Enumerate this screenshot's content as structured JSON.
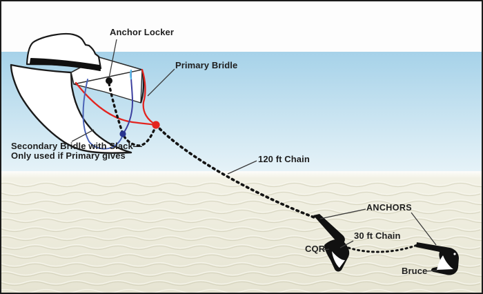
{
  "diagram": {
    "labels": {
      "anchor_locker": "Anchor Locker",
      "primary_bridle": "Primary Bridle",
      "secondary_bridle_line1": "Secondary Bridle with Slack—",
      "secondary_bridle_line2": "Only used if Primary gives",
      "chain_120": "120 ft Chain",
      "anchors": "ANCHORS",
      "chain_30": "30 ft Chain",
      "cqr": "CQR",
      "bruce": "Bruce"
    },
    "colors": {
      "primary_bridle": "#e3241f",
      "secondary_bridle_port": "#4a63b7",
      "secondary_bridle_starboard": "#3c3f9f",
      "secondary_bridle_tip": "#58b8e8",
      "secondary_attach_dot": "#27348f",
      "primary_attach_dot": "#e3241f",
      "chain": "#141414",
      "boat_outline": "#1a1a1a",
      "water_top": "#a6d2e9",
      "water_bottom": "#e7f3f8",
      "sand_top": "#f3f2e6",
      "sand_bottom": "#e6e4d2",
      "sand_ripple": "#cdcbb3",
      "leader_line": "#3a3a3a"
    }
  }
}
